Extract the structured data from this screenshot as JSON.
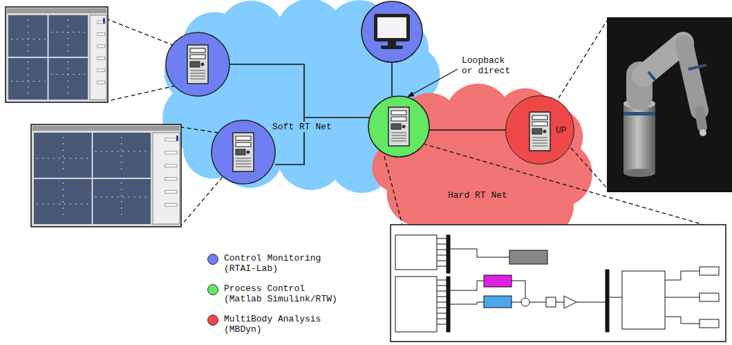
{
  "diagram": {
    "nodes": [
      {
        "text": [
          "Soft RT Net"
        ]
      },
      {
        "text": [
          "Hard RT Net"
        ]
      },
      {
        "text": [
          "UP"
        ],
        "in": 1
      }
    ],
    "labels": [
      "Loopback or direct"
    ],
    "legend": [
      {
        "text": "Control Monitoring (RTAI-Lab)",
        "color": "#6f7ff2"
      },
      {
        "text": "Process Control (Matlab Simulink/RTW)",
        "color": "#62e862"
      },
      {
        "text": "MultiBody Analysis (MBDyn)",
        "color": "#ee4848"
      }
    ]
  }
}
